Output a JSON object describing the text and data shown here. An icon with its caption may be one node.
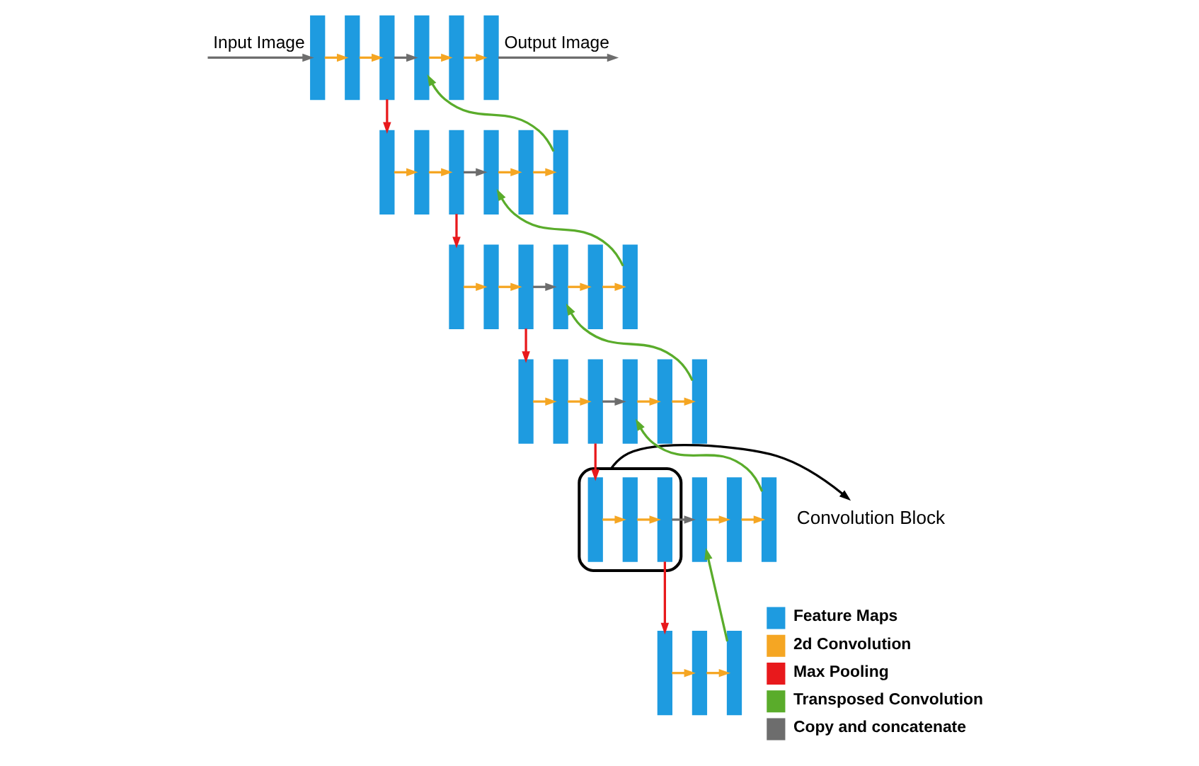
{
  "diagram": {
    "nodes": [
      {
        "text": [],
        "shape": "bar"
      },
      {
        "text": [],
        "shape": "bar"
      },
      {
        "text": [],
        "shape": "bar"
      },
      {
        "text": [],
        "shape": "bar"
      },
      {
        "text": [],
        "shape": "bar"
      },
      {
        "text": [],
        "shape": "bar"
      },
      {
        "text": [],
        "shape": "bar"
      },
      {
        "text": [],
        "shape": "bar"
      },
      {
        "text": [],
        "shape": "bar"
      },
      {
        "text": [],
        "shape": "bar"
      },
      {
        "text": [],
        "shape": "bar"
      },
      {
        "text": [],
        "shape": "bar"
      },
      {
        "text": [
          "Convolution Block"
        ]
      },
      {
        "text": [],
        "shape": "ellipse"
      },
      {
        "text": [],
        "shape": "bar",
        "in": 13
      },
      {
        "text": [],
        "shape": "bar",
        "in": 13
      },
      {
        "text": [],
        "shape": "bar",
        "in": 13
      },
      {
        "text": [],
        "shape": "bar"
      },
      {
        "text": [],
        "shape": "bar"
      },
      {
        "text": [],
        "shape": "bar"
      },
      {
        "text": [],
        "shape": "bar"
      },
      {
        "text": [],
        "shape": "bar"
      },
      {
        "text": [],
        "shape": "bar"
      },
      {
        "text": [],
        "shape": "bar"
      },
      {
        "text": [],
        "shape": "bar"
      },
      {
        "text": [],
        "shape": "bar"
      },
      {
        "text": [],
        "shape": "bar"
      },
      {
        "text": [],
        "shape": "bar"
      },
      {
        "text": [],
        "shape": "bar"
      },
      {
        "text": [],
        "shape": "bar"
      },
      {
        "text": [],
        "shape": "bar"
      },
      {
        "text": [],
        "shape": "bar"
      },
      {
        "text": [],
        "shape": "bar"
      },
      {
        "text": [],
        "shape": "bar"
      },
      {
        "text": [],
        "shape": "bar"
      }
    ],
    "edges": [
      {
        "from": null,
        "to": 0,
        "arrow": "to",
        "label": "Input Image",
        "color": "#6d6d6d"
      },
      {
        "from": 0,
        "to": 1,
        "arrow": "to"
      },
      {
        "from": 1,
        "to": 2,
        "arrow": "to"
      },
      {
        "from": 2,
        "to": 3,
        "arrow": "to",
        "color": "#e8191c"
      },
      {
        "from": 3,
        "to": 4,
        "arrow": "to"
      },
      {
        "from": 4,
        "to": 5,
        "arrow": "to"
      },
      {
        "from": 5,
        "to": 6,
        "arrow": "to",
        "color": "#e8191c"
      },
      {
        "from": 6,
        "to": 7,
        "arrow": "to"
      },
      {
        "from": 7,
        "to": 8,
        "arrow": "to"
      },
      {
        "from": 8,
        "to": 9,
        "arrow": "to",
        "color": "#e8191c"
      },
      {
        "from": 9,
        "to": 10,
        "arrow": "to"
      },
      {
        "from": 10,
        "to": 11,
        "arrow": "to"
      },
      {
        "from": 11,
        "to": 14,
        "arrow": "to",
        "color": "#e8191c"
      },
      {
        "from": 14,
        "to": 15,
        "arrow": "to"
      },
      {
        "from": 15,
        "to": 16,
        "arrow": "to"
      },
      {
        "from": 16,
        "to": 17,
        "arrow": "to",
        "color": "#e8191c"
      },
      {
        "from": 17,
        "to": 18,
        "arrow": "to"
      },
      {
        "from": 18,
        "to": 19,
        "arrow": "to"
      },
      {
        "from": 19,
        "to": 20,
        "arrow": "to",
        "color": "#5aac2b"
      },
      {
        "from": 20,
        "to": 21,
        "arrow": "to"
      },
      {
        "from": 21,
        "to": 22,
        "arrow": "to"
      },
      {
        "from": 22,
        "to": 23,
        "arrow": "to",
        "color": "#5aac2b"
      },
      {
        "from": 23,
        "to": 24,
        "arrow": "to"
      },
      {
        "from": 24,
        "to": 25,
        "arrow": "to"
      },
      {
        "from": 25,
        "to": 26,
        "arrow": "to",
        "color": "#5aac2b"
      },
      {
        "from": 26,
        "to": 27,
        "arrow": "to"
      },
      {
        "from": 27,
        "to": 28,
        "arrow": "to"
      },
      {
        "from": 28,
        "to": 29,
        "arrow": "to",
        "color": "#5aac2b"
      },
      {
        "from": 29,
        "to": 30,
        "arrow": "to"
      },
      {
        "from": 30,
        "to": 31,
        "arrow": "to"
      },
      {
        "from": 31,
        "to": 32,
        "arrow": "to",
        "color": "#5aac2b"
      },
      {
        "from": 32,
        "to": 33,
        "arrow": "to"
      },
      {
        "from": 33,
        "to": 34,
        "arrow": "to"
      },
      {
        "from": 34,
        "to": null,
        "arrow": "to",
        "label": "Output Image",
        "color": "#6d6d6d"
      },
      {
        "from": 2,
        "to": 32,
        "arrow": "to",
        "color": "#6d6d6d"
      },
      {
        "from": 5,
        "to": 29,
        "arrow": "to",
        "color": "#6d6d6d"
      },
      {
        "from": 8,
        "to": 26,
        "arrow": "to",
        "color": "#6d6d6d"
      },
      {
        "from": 11,
        "to": 23,
        "arrow": "to",
        "color": "#6d6d6d"
      },
      {
        "from": 16,
        "to": 20,
        "arrow": "to",
        "color": "#6d6d6d"
      },
      {
        "from": 13,
        "to": 12,
        "arrow": "to",
        "color": "#000000"
      }
    ],
    "legend": [
      {
        "text": "Feature Maps",
        "color": "#1e9be0"
      },
      {
        "text": "2d Convolution",
        "color": "#f5a623"
      },
      {
        "text": "Max Pooling",
        "color": "#e8191c"
      },
      {
        "text": "Transposed Convolution",
        "color": "#5aac2b"
      },
      {
        "text": "Copy and concatenate",
        "color": "#6d6d6d"
      }
    ]
  }
}
